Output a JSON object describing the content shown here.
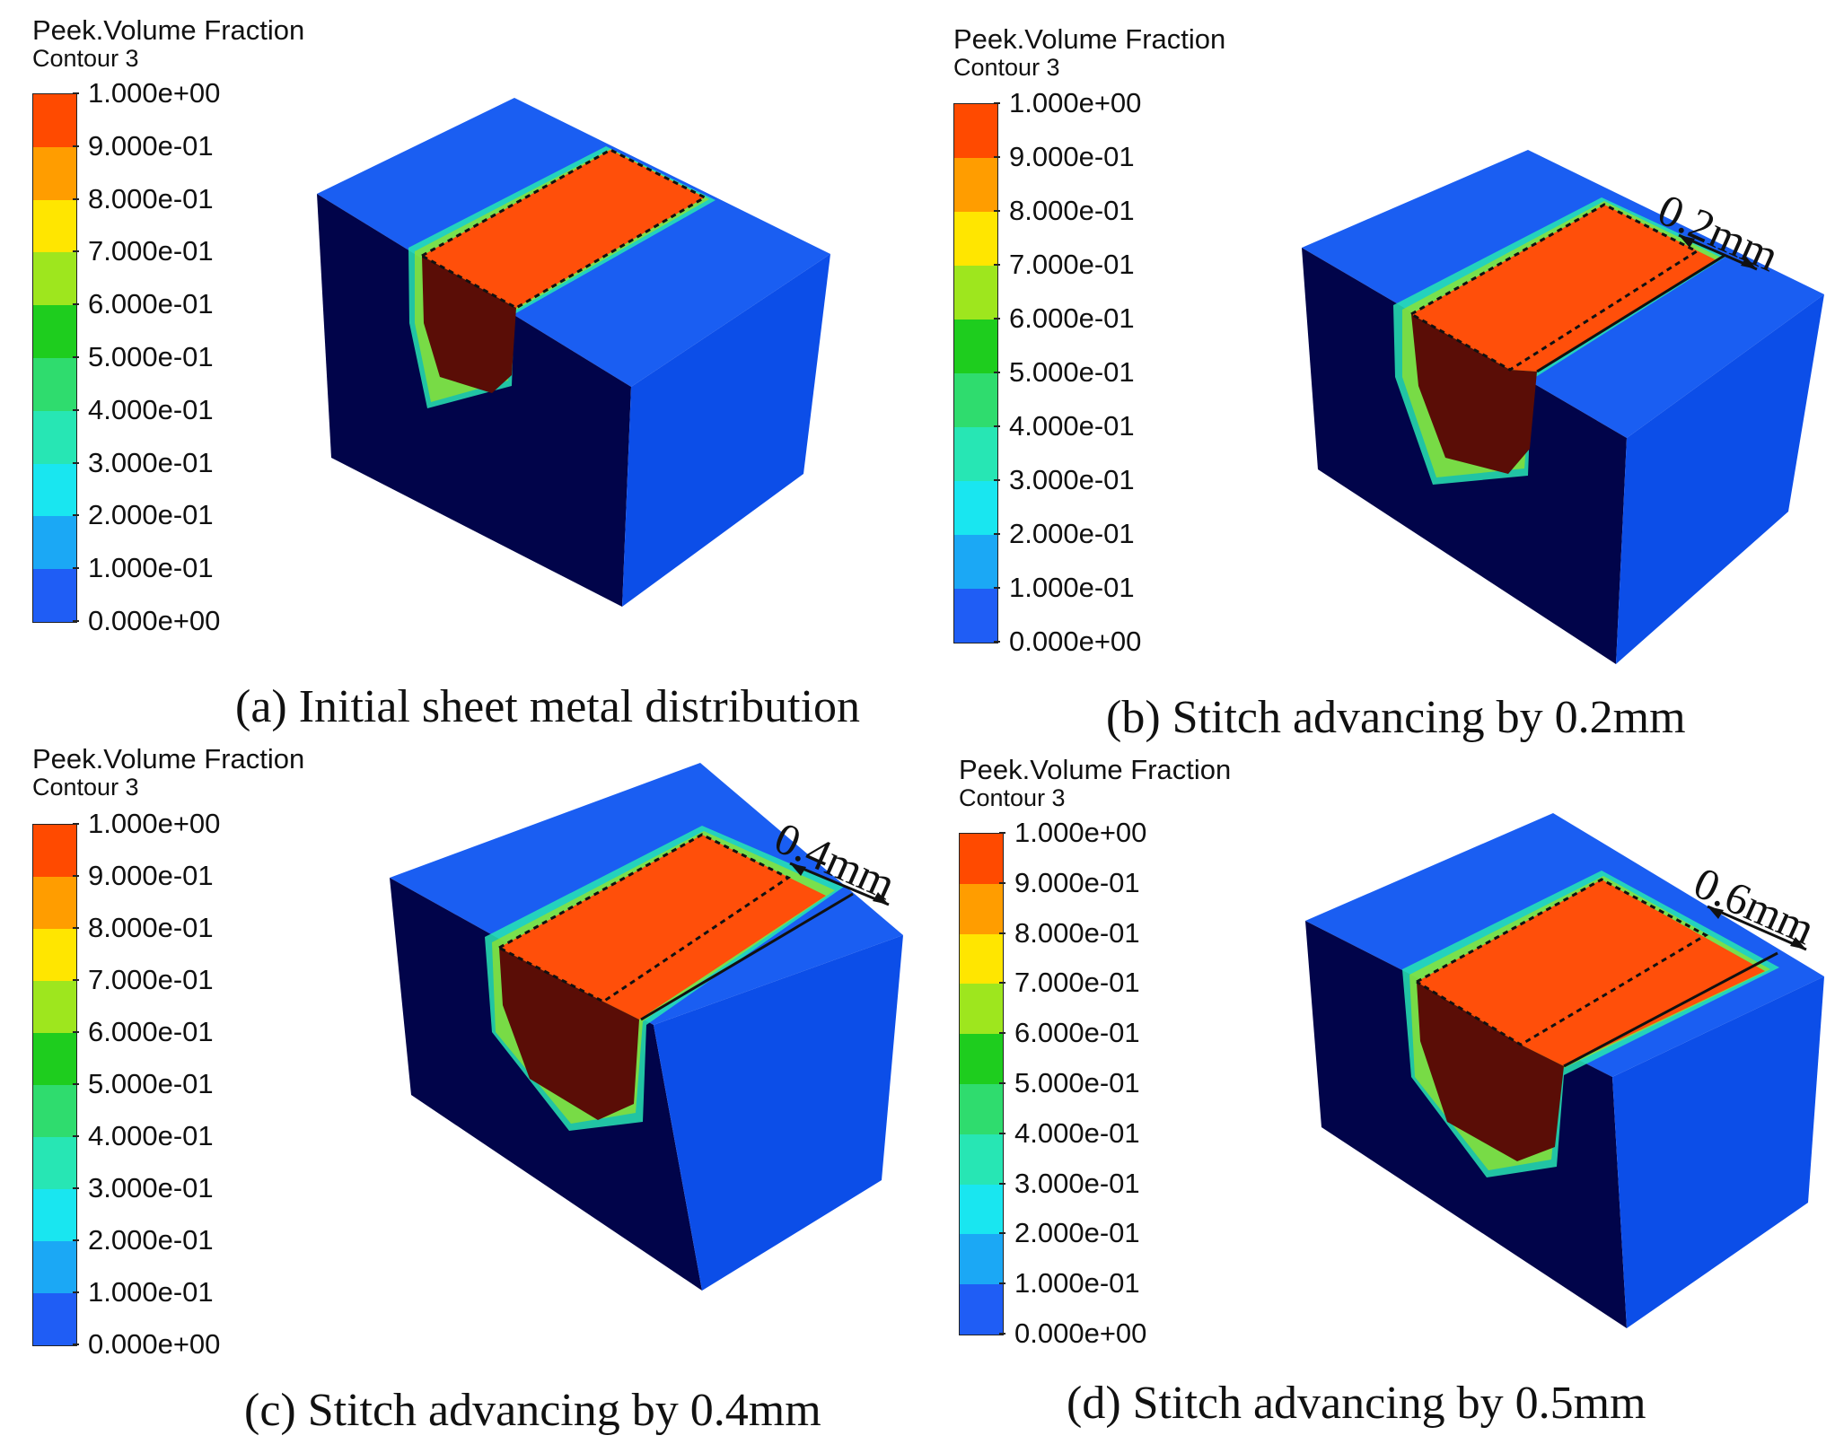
{
  "legend": {
    "title": "Peek.Volume Fraction",
    "subtitle": "Contour 3",
    "ticks": [
      "1.000e+00",
      "9.000e-01",
      "8.000e-01",
      "7.000e-01",
      "6.000e-01",
      "5.000e-01",
      "4.000e-01",
      "3.000e-01",
      "2.000e-01",
      "1.000e-01",
      "0.000e+00"
    ],
    "colors": [
      "#ff4a00",
      "#ff9d00",
      "#ffe600",
      "#9ee61e",
      "#1ecd1e",
      "#2fdc6e",
      "#27e6b4",
      "#19e6f0",
      "#1ba8f5",
      "#1f5df5"
    ]
  },
  "panels": [
    {
      "caption": "(a) Initial sheet metal distribution",
      "dimension": ""
    },
    {
      "caption": "(b) Stitch advancing by 0.2mm",
      "dimension": "0.2mm"
    },
    {
      "caption": "(c) Stitch advancing by 0.4mm",
      "dimension": "0.4mm"
    },
    {
      "caption": "(d) Stitch advancing by 0.5mm",
      "dimension": "0.6mm"
    }
  ],
  "colors": {
    "front_face": "#01044a",
    "side_face": "#0c4ee8",
    "top_face": "#1a5ef2",
    "fill": "#ff4f0a",
    "groove_front": "#5a0d06"
  }
}
